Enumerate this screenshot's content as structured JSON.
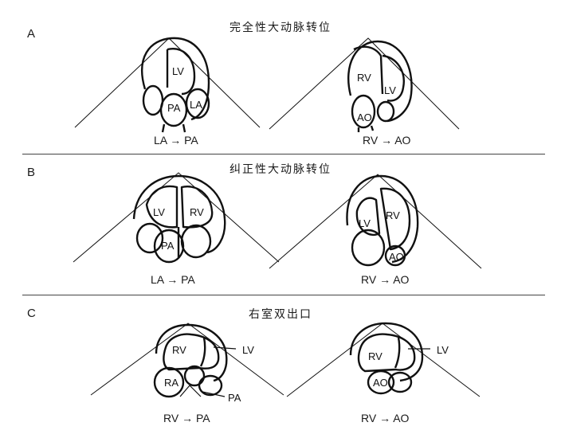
{
  "panels": [
    {
      "letter": "A",
      "title": "完全性大动脉转位",
      "views": [
        {
          "flow": "LA → PA",
          "labels": [
            "LV",
            "PA",
            "LA"
          ]
        },
        {
          "flow": "RV → AO",
          "labels": [
            "RV",
            "LV",
            "AO"
          ]
        }
      ]
    },
    {
      "letter": "B",
      "title": "纠正性大动脉转位",
      "views": [
        {
          "flow": "LA → PA",
          "labels": [
            "LV",
            "RV",
            "PA"
          ]
        },
        {
          "flow": "RV → AO",
          "labels": [
            "LV",
            "RV",
            "AO"
          ]
        }
      ]
    },
    {
      "letter": "C",
      "title": "右室双出口",
      "views": [
        {
          "flow": "RV → PA",
          "labels": [
            "RV",
            "LV",
            "RA",
            "PA"
          ]
        },
        {
          "flow": "RV → AO",
          "labels": [
            "RV",
            "LV",
            "AO"
          ]
        }
      ]
    }
  ]
}
